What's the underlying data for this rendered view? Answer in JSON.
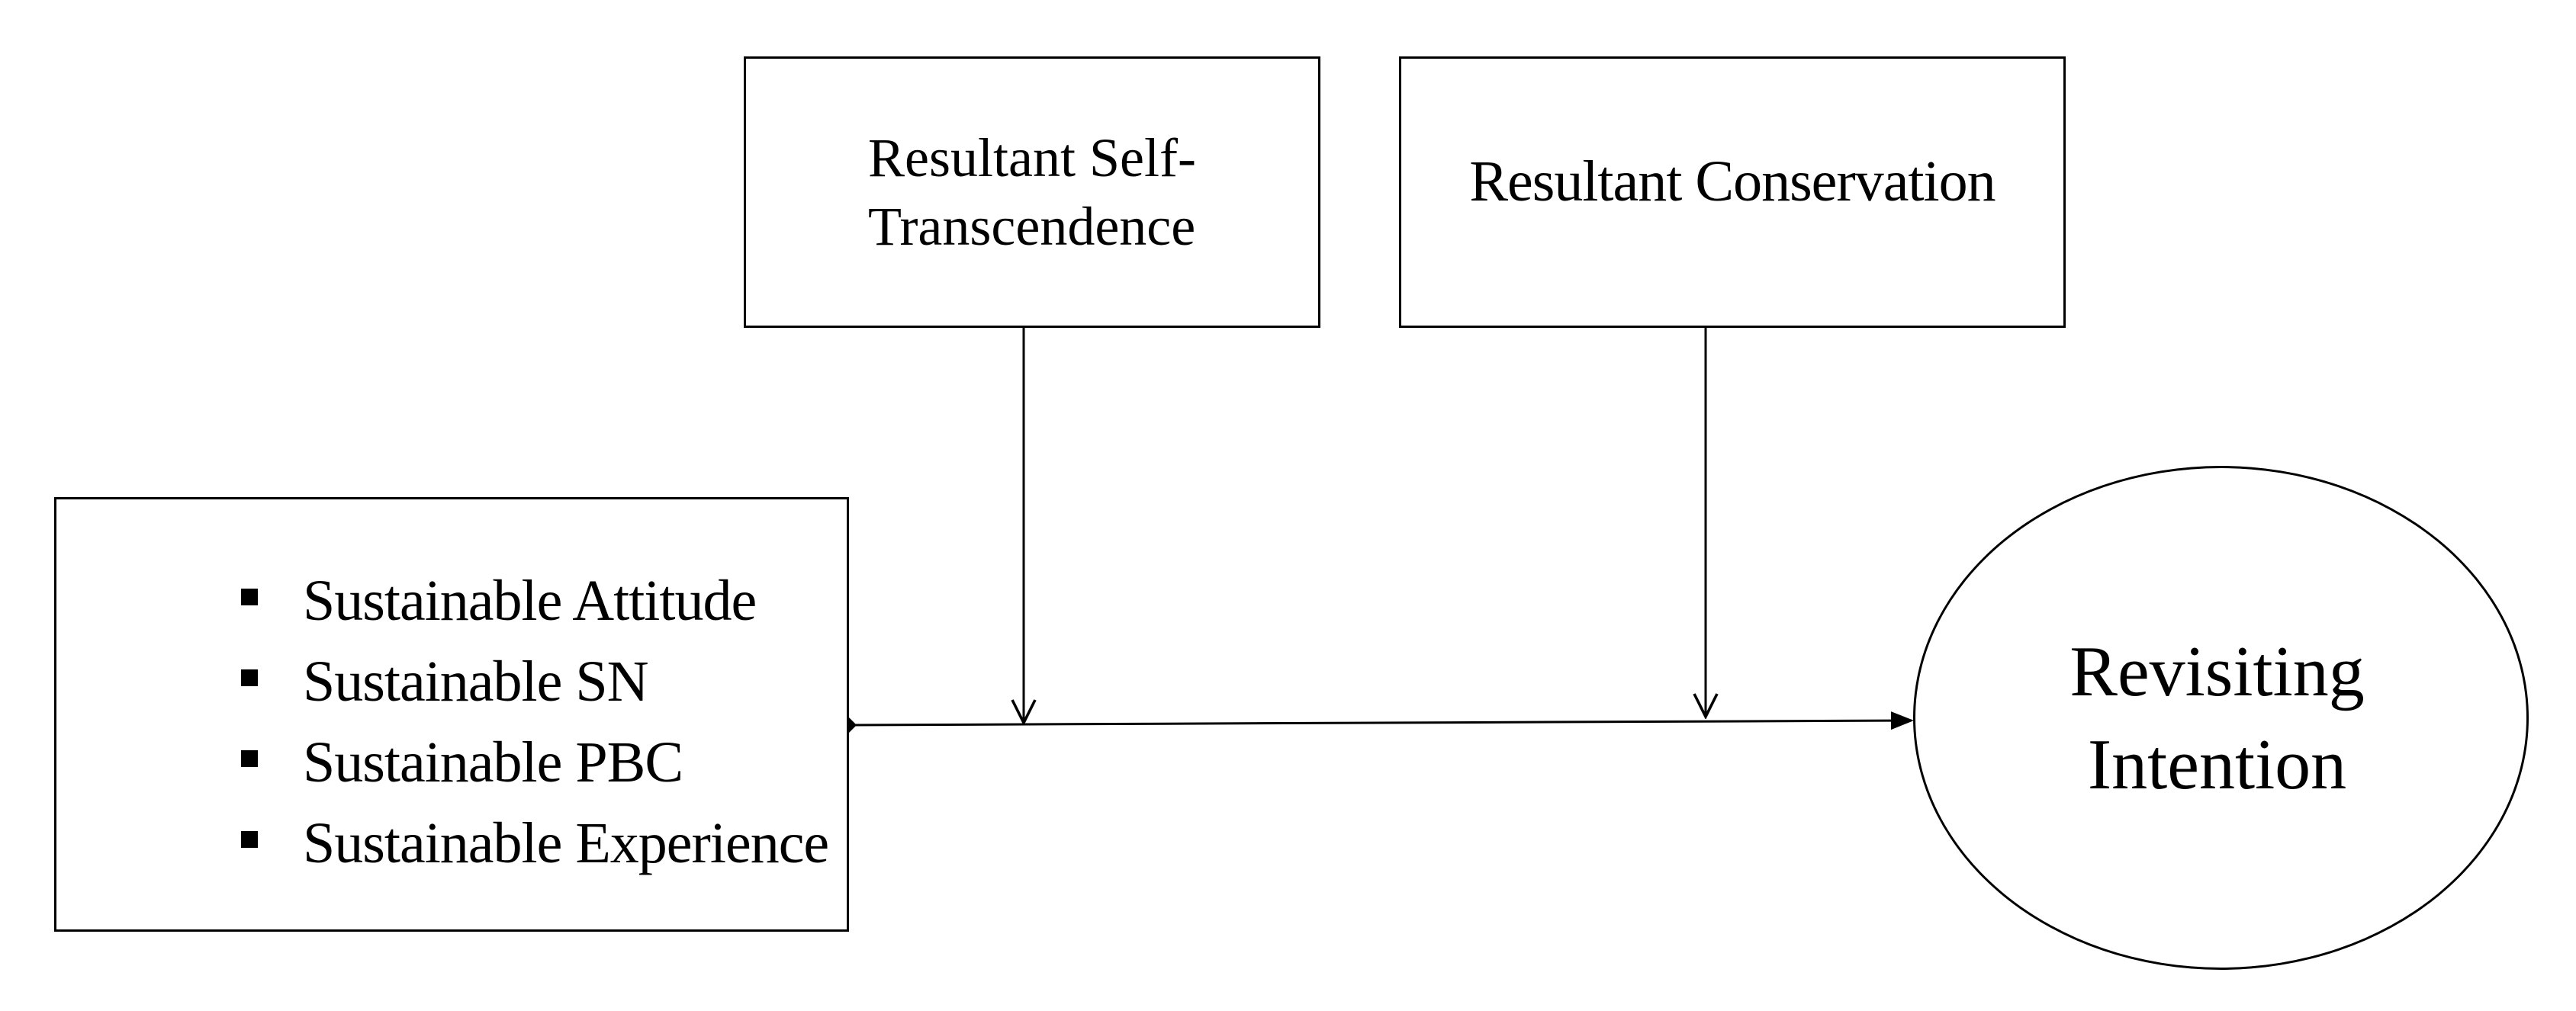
{
  "moderators": [
    {
      "label_line1": "Resultant Self-",
      "label_line2": "Transcendence"
    },
    {
      "label": "Resultant Conservation"
    }
  ],
  "predictors": {
    "items": [
      {
        "label": "Sustainable Attitude"
      },
      {
        "label": "Sustainable SN"
      },
      {
        "label": "Sustainable PBC"
      },
      {
        "label": "Sustainable Experience"
      }
    ]
  },
  "outcome": {
    "label_line1": "Revisiting",
    "label_line2": "Intention"
  },
  "colors": {
    "stroke": "#000000",
    "background": "#ffffff"
  }
}
